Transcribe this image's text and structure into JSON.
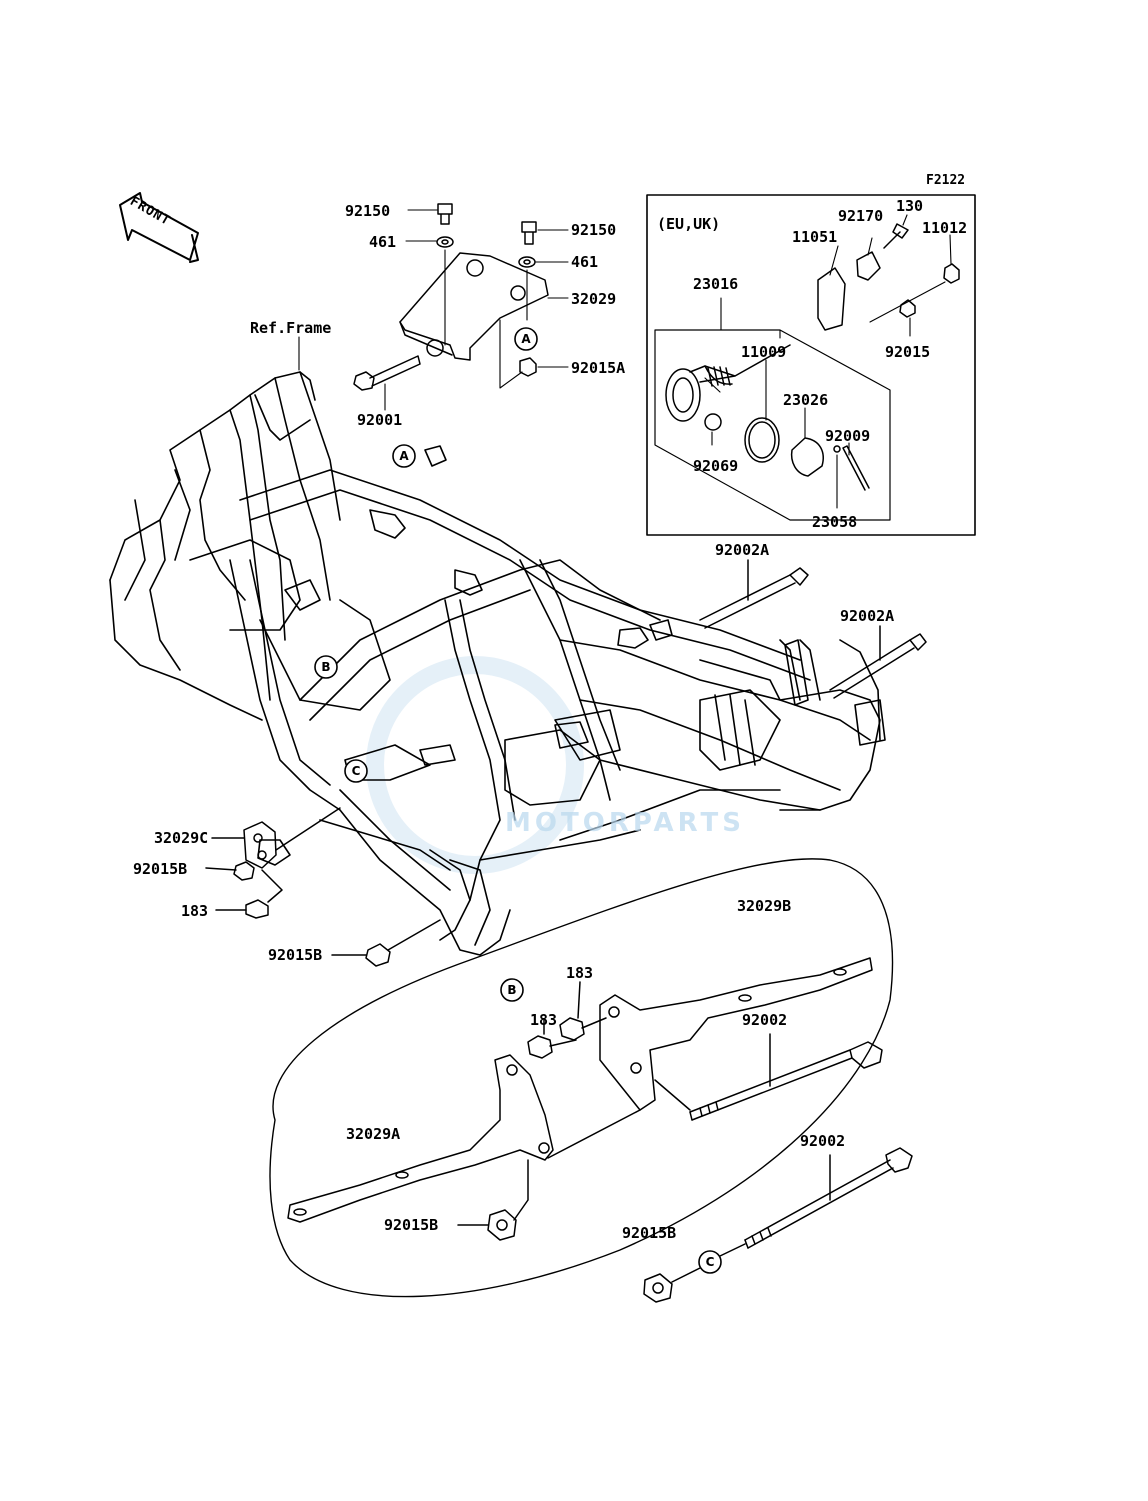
{
  "figure_code": "F2122",
  "front_marker": "FRONT",
  "ref_frame": "Ref.Frame",
  "inset_region": "(EU,UK)",
  "watermark": "MOTORPARTS",
  "callouts": {
    "a": "A",
    "b": "B",
    "c": "C"
  },
  "parts": {
    "p92150_left": "92150",
    "p92150_right": "92150",
    "p461_left": "461",
    "p461_right": "461",
    "p32029": "32029",
    "p92015A": "92015A",
    "p92001": "92001",
    "p92170": "92170",
    "p130": "130",
    "p11012": "11012",
    "p11051": "11051",
    "p23016": "23016",
    "p92015": "92015",
    "p11009": "11009",
    "p23026": "23026",
    "p92009": "92009",
    "p92069": "92069",
    "p23058": "23058",
    "p92002A_top": "92002A",
    "p92002A_right": "92002A",
    "p32029C": "32029C",
    "p92015B_1": "92015B",
    "p183_1": "183",
    "p92015B_2": "92015B",
    "p32029B": "32029B",
    "p183_2": "183",
    "p183_3": "183",
    "p92002_1": "92002",
    "p32029A": "32029A",
    "p92015B_3": "92015B",
    "p92002_2": "92002",
    "p92015B_4": "92015B"
  },
  "colors": {
    "ink": "#000000",
    "watermark": "#b9d8ee"
  }
}
